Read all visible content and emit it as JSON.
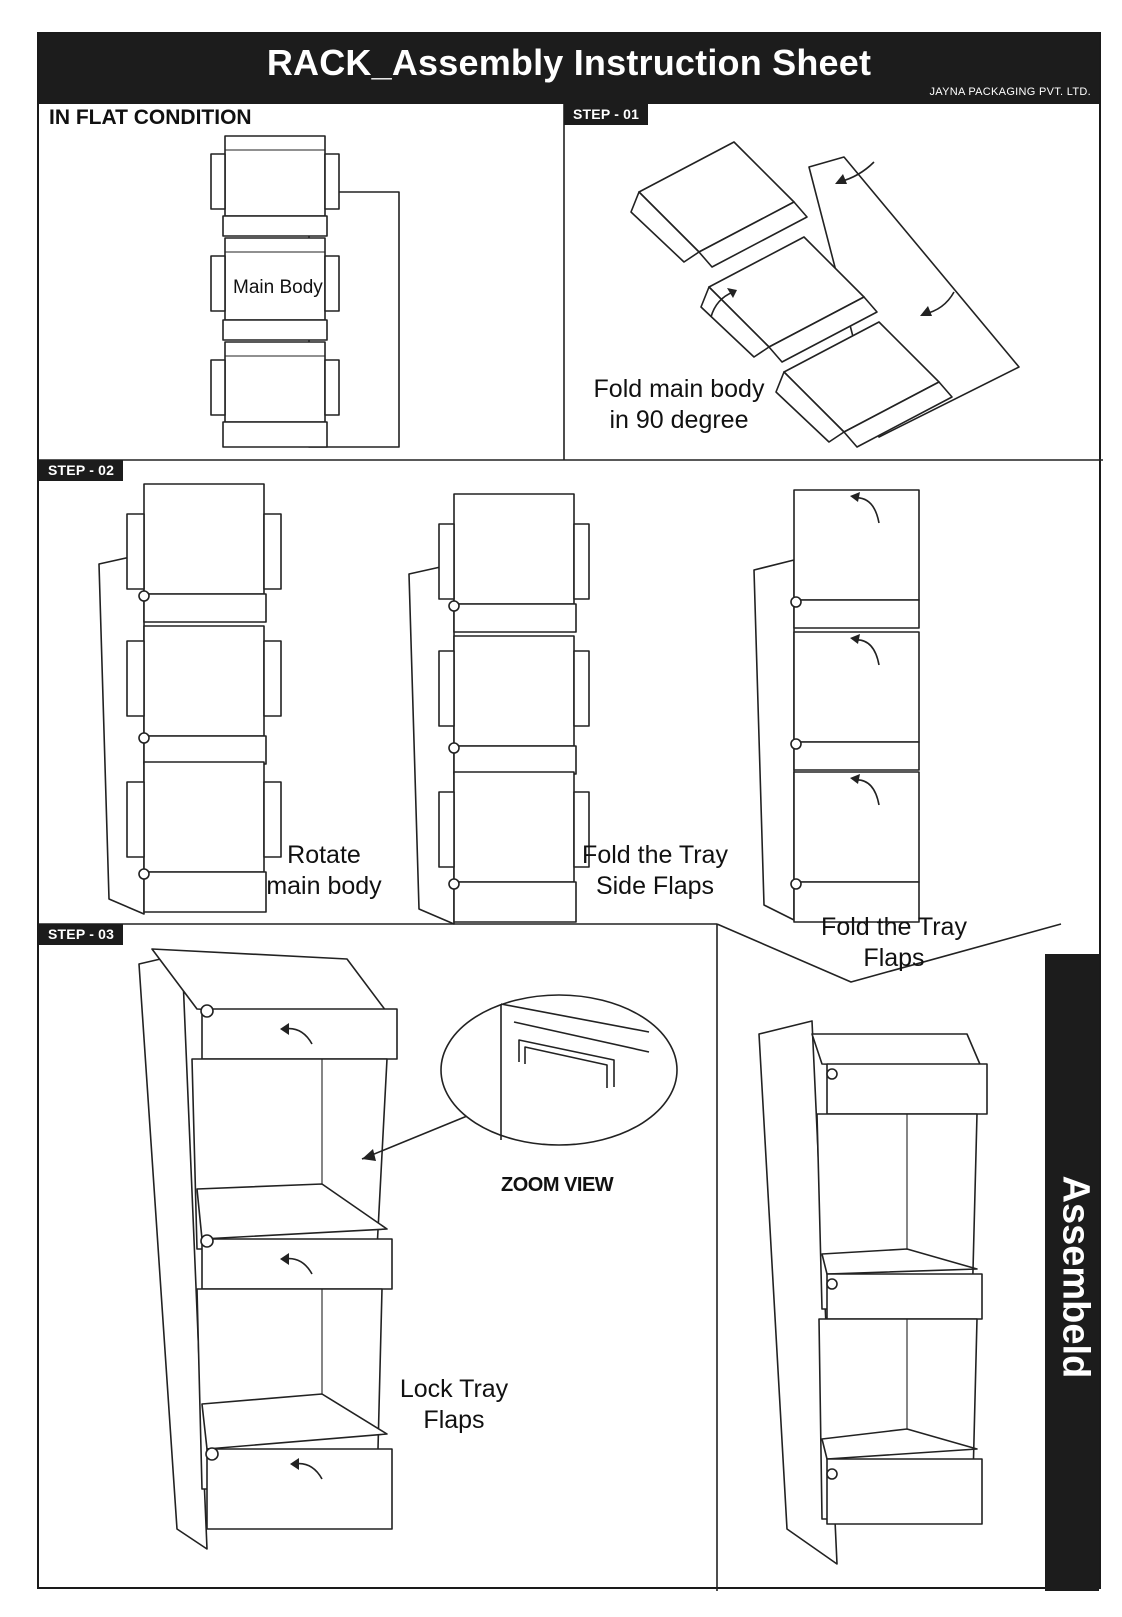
{
  "header": {
    "title": "RACK_Assembly Instruction Sheet",
    "company": "JAYNA PACKAGING PVT. LTD."
  },
  "flat": {
    "label": "IN FLAT CONDITION",
    "part_label": "Main Body"
  },
  "step01": {
    "tag": "STEP - 01",
    "caption_line1": "Fold main body",
    "caption_line2": "in 90 degree"
  },
  "step02": {
    "tag": "STEP - 02",
    "captions": [
      {
        "line1": "Rotate",
        "line2": "main body"
      },
      {
        "line1": "Fold the Tray",
        "line2": "Side Flaps"
      },
      {
        "line1": "Fold the Tray",
        "line2": "Flaps"
      }
    ]
  },
  "step03": {
    "tag": "STEP - 03",
    "zoom_label": "ZOOM VIEW",
    "caption_line1": "Lock  Tray",
    "caption_line2": "Flaps"
  },
  "assembled": {
    "label": "Assembeld"
  },
  "colors": {
    "ink": "#1c1c1c",
    "paper": "#ffffff"
  }
}
